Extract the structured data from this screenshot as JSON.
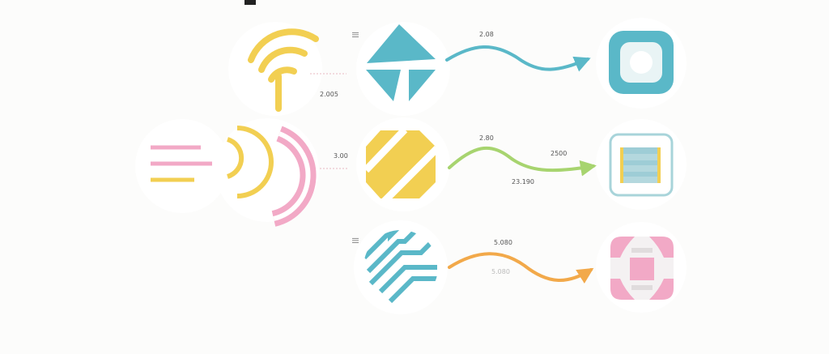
{
  "colors": {
    "yellow": "#f2cf52",
    "pink": "#f2a9c6",
    "teal": "#5ab8c8",
    "green": "#a7d46f",
    "orange": "#f2a94a",
    "background": "#fcfcfb"
  },
  "labels": {
    "top_mark": "|||",
    "top_value": "2.08",
    "signal_value": "2.005",
    "mid_left_value": "3.00",
    "mid_top_value": "2.80",
    "mid_right_value": "2500",
    "mid_bottom_value": "23.190",
    "bottom_mark": "|||",
    "bottom_top_value": "5.080",
    "bottom_faint_value": "5.080"
  },
  "icons": [
    "wifi-signal-icon",
    "broadcast-waves-icon",
    "horizontal-lines-icon",
    "triangle-split-icon",
    "striped-octagon-icon",
    "chevron-stripes-icon",
    "rounded-square-frame-icon",
    "striped-panel-icon",
    "pink-cross-square-icon"
  ]
}
